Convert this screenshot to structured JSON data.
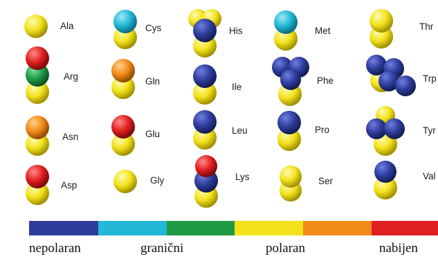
{
  "colors": {
    "nonpolar": "#2E3D9C",
    "borderline": "#22B8D6",
    "polar_green": "#1E9A45",
    "polar_yellow": "#F2E21C",
    "charged_orange": "#F28A1A",
    "charged_red": "#E02020"
  },
  "amino_acids": [
    {
      "label": "Ala",
      "beads": [
        "polar_yellow"
      ]
    },
    {
      "label": "Arg",
      "beads": [
        "charged_red",
        "polar_green",
        "polar_yellow"
      ]
    },
    {
      "label": "Asn",
      "beads": [
        "charged_orange",
        "polar_yellow"
      ]
    },
    {
      "label": "Asp",
      "beads": [
        "charged_red",
        "polar_yellow"
      ]
    },
    {
      "label": "Cys",
      "beads": [
        "borderline",
        "polar_yellow"
      ]
    },
    {
      "label": "Gln",
      "beads": [
        "charged_orange",
        "polar_yellow"
      ]
    },
    {
      "label": "Glu",
      "beads": [
        "charged_red",
        "polar_yellow"
      ]
    },
    {
      "label": "Gly",
      "beads": [
        "polar_yellow"
      ]
    },
    {
      "label": "His",
      "beads": [
        "polar_yellow",
        "nonpolar",
        "polar_yellow"
      ]
    },
    {
      "label": "Ile",
      "beads": [
        "nonpolar",
        "polar_yellow"
      ]
    },
    {
      "label": "Leu",
      "beads": [
        "nonpolar",
        "polar_yellow"
      ]
    },
    {
      "label": "Lys",
      "beads": [
        "charged_red",
        "nonpolar",
        "polar_yellow"
      ]
    },
    {
      "label": "Met",
      "beads": [
        "borderline",
        "polar_yellow"
      ]
    },
    {
      "label": "Phe",
      "beads": [
        "nonpolar",
        "polar_yellow"
      ]
    },
    {
      "label": "Pro",
      "beads": [
        "nonpolar",
        "polar_yellow"
      ]
    },
    {
      "label": "Ser",
      "beads": [
        "polar_yellow"
      ]
    },
    {
      "label": "Thr",
      "beads": [
        "polar_yellow"
      ]
    },
    {
      "label": "Trp",
      "beads": [
        "nonpolar",
        "polar_yellow"
      ]
    },
    {
      "label": "Tyr",
      "beads": [
        "nonpolar",
        "polar_yellow"
      ]
    },
    {
      "label": "Val",
      "beads": [
        "nonpolar",
        "polar_yellow"
      ]
    }
  ],
  "color_bar": [
    "nonpolar",
    "borderline",
    "polar_green",
    "polar_yellow",
    "charged_orange",
    "charged_red"
  ],
  "legend": {
    "nonpolar": "nepolaran",
    "borderline": "granični",
    "polar": "polaran",
    "charged": "nabijen"
  }
}
